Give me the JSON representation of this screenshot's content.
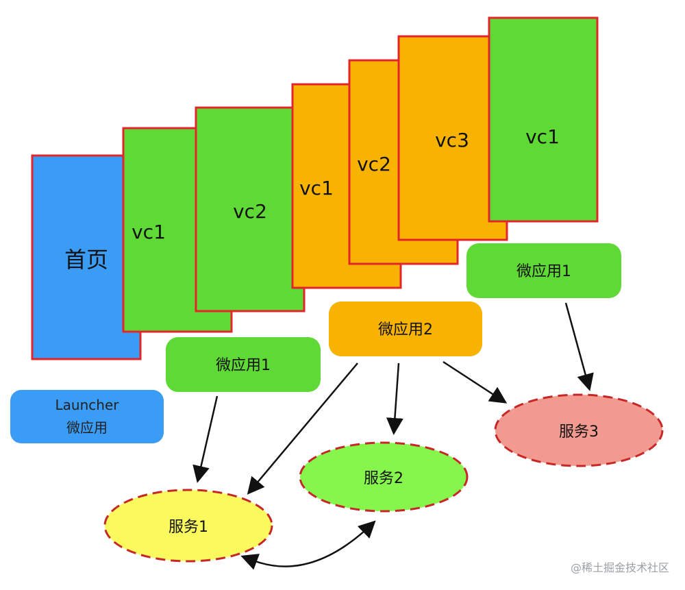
{
  "colors": {
    "blue": "#3b9cf6",
    "green": "#5fd935",
    "orange": "#f8b300",
    "card_border": "#e3242b",
    "service_yellow": "#fafa5e",
    "service_green": "#86f54c",
    "service_red": "#f29a90",
    "dash": "#c62828",
    "arrow": "#111111"
  },
  "screens": {
    "home": "首页",
    "a_vc1": "vc1",
    "a_vc2": "vc2",
    "b_vc1": "vc1",
    "b_vc2": "vc2",
    "b_vc3": "vc3",
    "c_vc1": "vc1"
  },
  "micro_apps": {
    "launcher_line1": "Launcher",
    "launcher_line2": "微应用",
    "app1_bottom": "微应用1",
    "app2": "微应用2",
    "app1_top": "微应用1"
  },
  "services": {
    "service1": "服务1",
    "service2": "服务2",
    "service3": "服务3"
  },
  "watermark": "@稀土掘金技术社区"
}
